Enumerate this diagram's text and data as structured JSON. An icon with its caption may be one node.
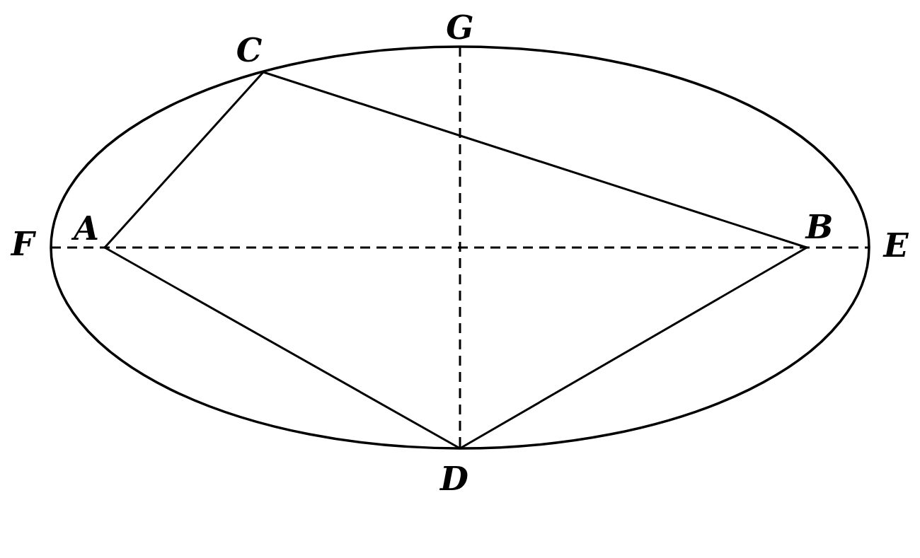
{
  "diagram": {
    "nodes": [
      {
        "text": [
          "G"
        ]
      },
      {
        "text": [
          "C"
        ]
      },
      {
        "text": [
          "F"
        ]
      },
      {
        "text": [
          "A"
        ]
      },
      {
        "text": [
          "B"
        ]
      },
      {
        "text": [
          "E"
        ]
      },
      {
        "text": [
          "D"
        ]
      }
    ],
    "edges": [
      {
        "from": 1,
        "to": 3,
        "arrow": "none"
      },
      {
        "from": 1,
        "to": 4,
        "arrow": "none"
      },
      {
        "from": 3,
        "to": 6,
        "arrow": "none"
      },
      {
        "from": 4,
        "to": 6,
        "arrow": "none"
      },
      {
        "from": 2,
        "to": 5,
        "arrow": "none",
        "style": "dashed"
      },
      {
        "from": 0,
        "to": 6,
        "arrow": "none",
        "style": "dashed"
      }
    ]
  }
}
